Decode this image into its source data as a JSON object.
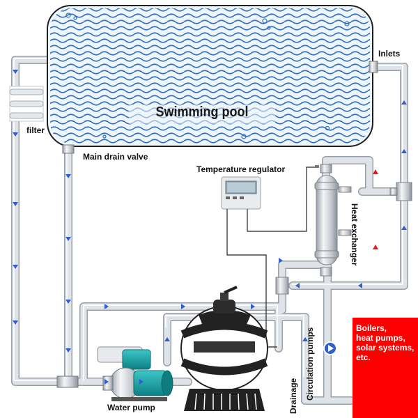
{
  "labels": {
    "pool": "Swimming pool",
    "inlets": "Inlets",
    "filter": "filter",
    "main_drain": "Main drain valve",
    "temp_regulator": "Temperature regulator",
    "heat_exchanger": "Heat exchanger",
    "circulation_pumps": "Circulation pumps",
    "drainage": "Drainage",
    "water_pump": "Water pump",
    "heat_sources": "Boilers,\nheat pumps,\n solar systems,\netc."
  },
  "colors": {
    "pool_water": "#2f6fbf",
    "pipe": "#d9dde2",
    "pipe_edge": "#9aa0a7",
    "flow_arrow": "#2f5fcc",
    "hot_arrow": "#e02020",
    "heat_box": "#ff0000",
    "pump_body": "#1aa3a6",
    "filter_tank": "#333333",
    "wiring": "#222222"
  }
}
